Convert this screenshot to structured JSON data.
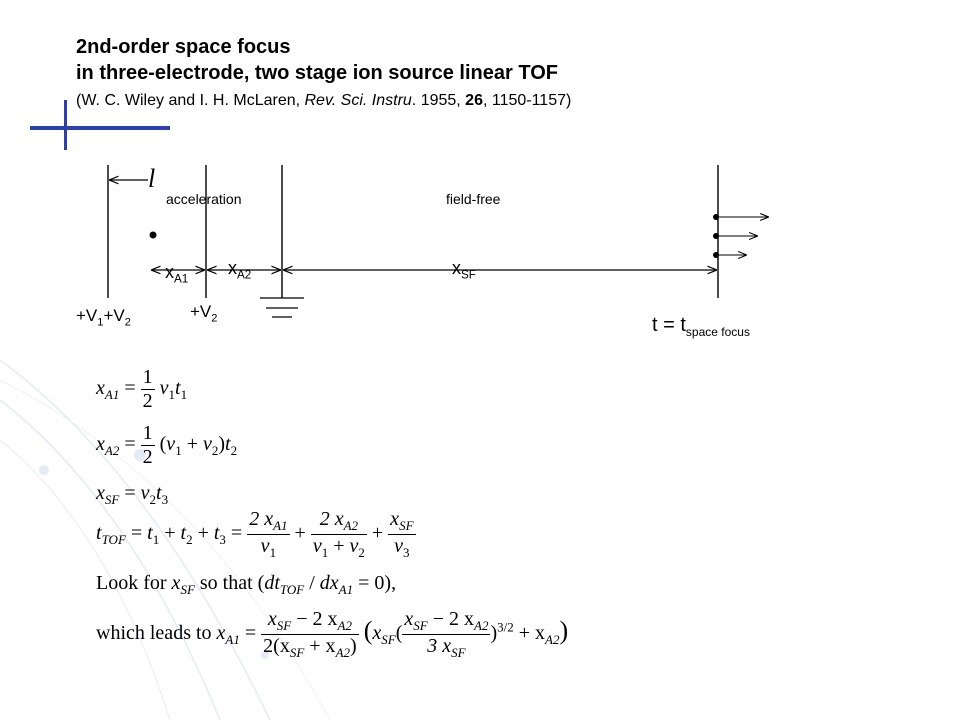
{
  "title": {
    "line1": "2nd-order space focus",
    "line2": "in three-electrode, two stage ion source linear TOF",
    "cite_open": "(W. C. Wiley and I. H. McLaren, ",
    "cite_journal": "Rev. Sci. Instru",
    "cite_mid": ". 1955, ",
    "cite_volume": "26",
    "cite_pages": ", 1150-1157)"
  },
  "diagram": {
    "l_label": "l",
    "acceleration": "acceleration",
    "field_free": "field-free",
    "xA1": "x",
    "xA1_sub": "A1",
    "xA2": "x",
    "xA2_sub": "A2",
    "xSF": "x",
    "xSF_sub": "SF",
    "v1v2_a": "+V",
    "v1v2_sub1": "1",
    "v1v2_b": "+V",
    "v1v2_sub2": "2",
    "v2": "+V",
    "v2_sub": "2",
    "t_focus": "t = t",
    "t_focus_sub": "space focus"
  },
  "equations": {
    "eq1": {
      "lhs": "x",
      "lhs_sub": "A1",
      "eq": "=",
      "num": "1",
      "den": "2",
      "v": "v",
      "v_sub": "1",
      "t": "t",
      "t_sub": "1"
    },
    "eq2": {
      "lhs": "x",
      "lhs_sub": "A2",
      "eq": "=",
      "num": "1",
      "den": "2",
      "open": "(",
      "v1": "v",
      "v1_sub": "1",
      "plus": "+",
      "v2": "v",
      "v2_sub": "2",
      "close": ")",
      "t": "t",
      "t_sub": "2"
    },
    "eq3": {
      "lhs": "x",
      "lhs_sub": "SF",
      "eq": "=",
      "v": "v",
      "v_sub": "2",
      "t": "t",
      "t_sub": "3"
    },
    "eq4": {
      "lhs": "t",
      "lhs_sub": "TOF",
      "eq": "=",
      "t1": "t",
      "t1_sub": "1",
      "plus": "+",
      "t2": "t",
      "t2_sub": "2",
      "t3": "t",
      "t3_sub": "3",
      "f1_num": "2 x",
      "f1_num_sub": "A1",
      "f1_den": "v",
      "f1_den_sub": "1",
      "f2_num": "2 x",
      "f2_num_sub": "A2",
      "f2_den_a": "v",
      "f2_den_a_sub": "1",
      "f2_den_b": "v",
      "f2_den_b_sub": "2",
      "f3_num": "x",
      "f3_num_sub": "SF",
      "f3_den": "v",
      "f3_den_sub": "3"
    },
    "look": {
      "text_a": "Look for ",
      "x": "x",
      "x_sub": "SF",
      "text_b": " so that (",
      "d": "dt",
      "d_sub": "TOF",
      "slash": " / ",
      "dx": "dx",
      "dx_sub": "A1",
      "text_c": " = 0),"
    },
    "leads": {
      "text": "which leads to ",
      "lhs": "x",
      "lhs_sub": "A1",
      "eq": "=",
      "num": "x",
      "num_sub": "SF",
      "num_mid": " − 2 x",
      "num_sub2": "A2",
      "den_a": "2(x",
      "den_a_sub": "SF",
      "den_b": " + x",
      "den_b_sub": "A2",
      "den_c": ")",
      "paren": "x",
      "paren_sub": "SF",
      "paren_open": "(",
      "inner_num": "x",
      "inner_num_sub": "SF",
      "inner_num_mid": " − 2 x",
      "inner_num_sub2": "A2",
      "inner_den": "3 x",
      "inner_den_sub": "SF",
      "exp": "3/2",
      "plus": " + x",
      "plus_sub": "A2",
      "close": ")"
    }
  },
  "colors": {
    "accent_bar": "#2E3FA8",
    "curve": "#dfe7f2"
  }
}
